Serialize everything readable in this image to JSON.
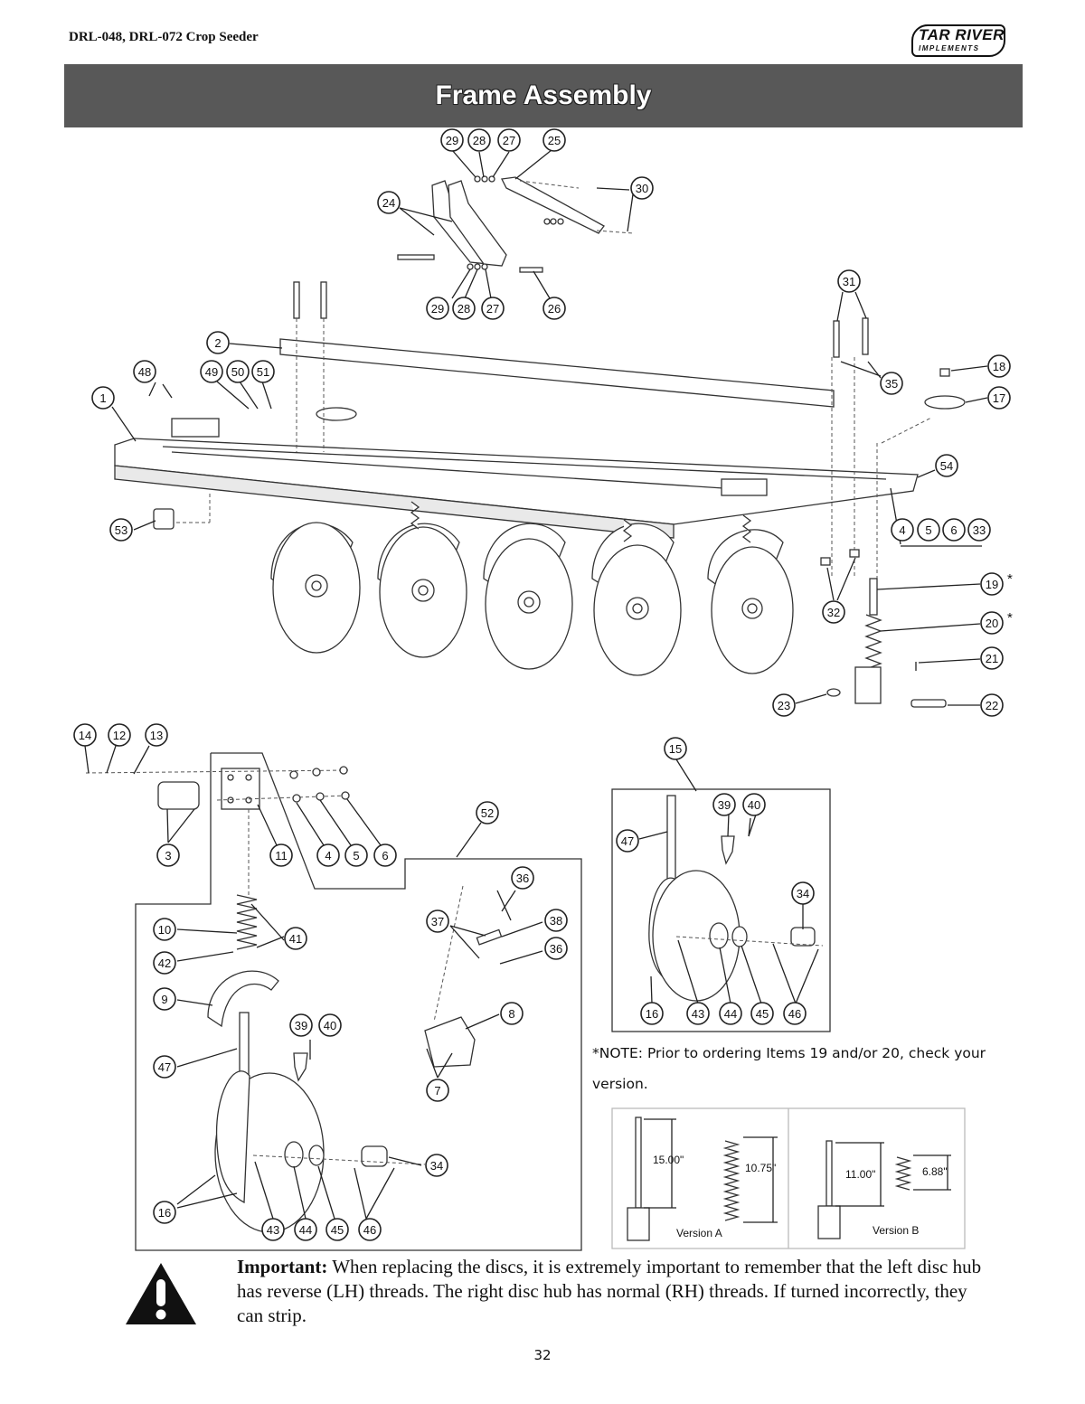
{
  "header": {
    "doc_title": "DRL-048, DRL-072 Crop Seeder",
    "logo_line1": "TAR RIVER",
    "logo_line2": "IMPLEMENTS"
  },
  "banner": {
    "title": "Frame Assembly"
  },
  "callouts": {
    "top_linkage": [
      "29",
      "28",
      "27",
      "25",
      "30",
      "24",
      "29",
      "28",
      "27",
      "26"
    ],
    "frame": [
      "2",
      "48",
      "49",
      "50",
      "51",
      "1",
      "31",
      "35",
      "18",
      "17",
      "54",
      "53",
      "4",
      "5",
      "6",
      "33",
      "19",
      "20",
      "32",
      "21",
      "23",
      "22"
    ],
    "row_unit": [
      "14",
      "12",
      "13",
      "3",
      "11",
      "4",
      "5",
      "6",
      "52",
      "36",
      "37",
      "38",
      "36",
      "8",
      "7",
      "10",
      "41",
      "42",
      "9",
      "39",
      "40",
      "47",
      "34",
      "16",
      "43",
      "44",
      "45",
      "46"
    ],
    "alt_unit": [
      "15",
      "39",
      "40",
      "47",
      "34",
      "16",
      "43",
      "44",
      "45",
      "46"
    ]
  },
  "asterisk": "*",
  "note": "*NOTE: Prior to ordering Items 19 and/or 20, check your version.",
  "versions": {
    "a": {
      "rod_len": "15.00\"",
      "spring_len": "10.75\"",
      "label": "Version A"
    },
    "b": {
      "rod_len": "11.00\"",
      "spring_len": "6.88\"",
      "label": "Version B"
    }
  },
  "important": {
    "lead": "Important:",
    "text": " When replacing the discs, it is extremely important to remember that the left disc hub has reverse (LH) threads. The right disc hub has normal (RH) threads. If turned incorrectly, they can strip."
  },
  "page_number": "32"
}
